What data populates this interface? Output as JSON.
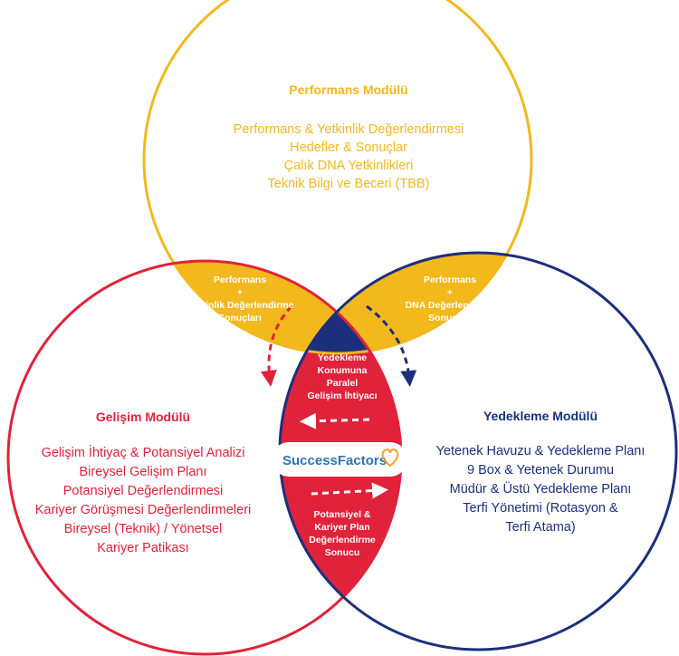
{
  "colors": {
    "performance": "#F2B81C",
    "development": "#E0223B",
    "succession": "#1C2F7C",
    "white": "#FFFFFF"
  },
  "performance_module": {
    "title": "Performans Modülü",
    "items": [
      "Performans & Yetkinlik Değerlendirmesi",
      "Hedefler & Sonuçlar",
      "Çalık DNA Yetkinlikleri",
      "Teknik Bilgi ve Beceri (TBB)"
    ]
  },
  "development_module": {
    "title": "Gelişim Modülü",
    "items": [
      "Gelişim İhtiyaç & Potansiyel Analizi",
      "Bireysel Gelişim Planı",
      "Potansiyel Değerlendirmesi",
      "Kariyer Görüşmesi Değerlendirmeleri",
      "Bireysel (Teknik) / Yönetsel",
      "Kariyer Patikası"
    ]
  },
  "succession_module": {
    "title": "Yedekleme Modülü",
    "items": [
      "Yetenek Havuzu & Yedekleme Planı",
      "9 Box & Yetenek Durumu",
      "Müdür & Üstü Yedekleme Planı",
      "Terfi Yönetimi (Rotasyon &",
      "Terfi Atama)"
    ]
  },
  "overlap_perf_dev": [
    "Performans",
    "+",
    "Yetkinlik Değerlendirme",
    "Sonuçları"
  ],
  "overlap_perf_succ": [
    "Performans",
    "+",
    "DNA Değerlendirme",
    "Sonuçları"
  ],
  "center_top": [
    "Yedekleme",
    "Konumuna",
    "Paralel",
    "Gelişim İhtiyacı"
  ],
  "center_bottom": [
    "Potansiyel &",
    "Kariyer Plan",
    "Değerlendirme",
    "Sonucu"
  ],
  "brand": {
    "name": "SuccessFactors",
    "icon": "heart-outline-icon",
    "text_color": "#2E75B6",
    "icon_color": "#F2A22A"
  }
}
